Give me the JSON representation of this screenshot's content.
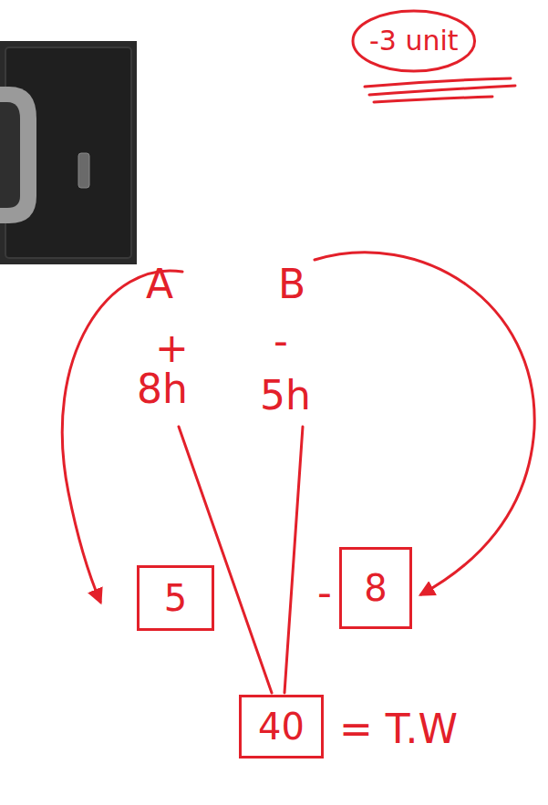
{
  "diagram": {
    "nodes": [
      {
        "text": [
          "-3 unit"
        ]
      },
      {
        "text": [
          "5"
        ]
      },
      {
        "text": [
          "8"
        ]
      },
      {
        "text": [
          "40"
        ]
      }
    ],
    "labels": [
      "A",
      "B",
      "+",
      "-",
      "8h",
      "5h",
      "-",
      "= T.W"
    ]
  }
}
